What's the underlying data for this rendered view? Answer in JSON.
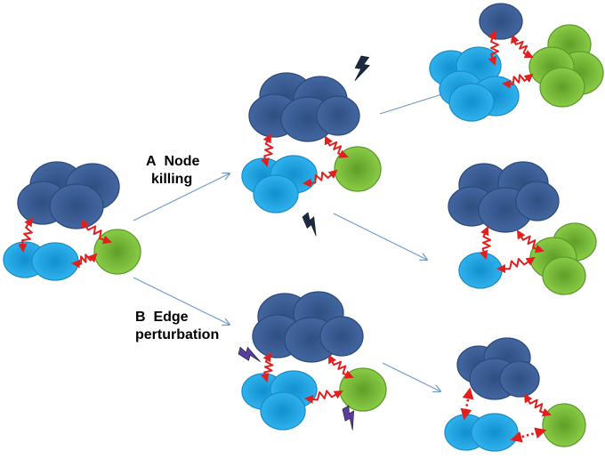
{
  "labels": {
    "a_letter": "A",
    "a_line1": "Node",
    "a_line2": "killing",
    "b_letter": "B",
    "b_line1": "Edge",
    "b_line2": "perturbation"
  },
  "colors": {
    "dark_blue": "#3d6096",
    "light_blue": "#1ea6e6",
    "green": "#7ec23f",
    "edge_red": "#e11f1f",
    "arrow_blue": "#6f98c8",
    "bolt_dark": "#1b2a3e",
    "bolt_purple": "#5a3d9e"
  },
  "icons": {
    "edge": "zigzag-double-arrow",
    "perturbed_edge": "dotted-double-arrow",
    "node_killing": "lightning-bolt-icon",
    "edge_perturbation": "lightning-bolt-icon"
  }
}
